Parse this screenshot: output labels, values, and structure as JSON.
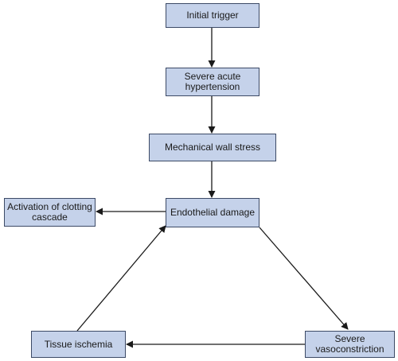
{
  "nodes": {
    "initial_trigger": "Initial trigger",
    "severe_acute_hypertension": "Severe acute hypertension",
    "mechanical_wall_stress": "Mechanical wall stress",
    "endothelial_damage": "Endothelial damage",
    "activation_clotting": "Activation of clotting cascade",
    "tissue_ischemia": "Tissue ischemia",
    "severe_vasoconstriction": "Severe vasoconstriction"
  },
  "colors": {
    "box_fill": "#c5d2ea",
    "box_border": "#3c4a66",
    "arrow": "#1a1a1a"
  }
}
